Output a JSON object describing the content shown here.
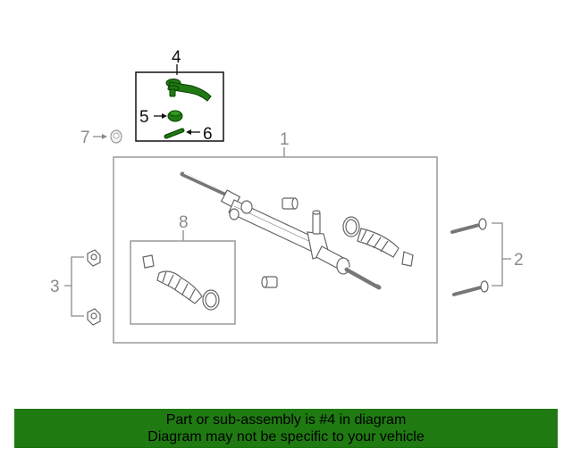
{
  "diagram": {
    "callouts": [
      {
        "id": "4",
        "label": "4"
      },
      {
        "id": "5",
        "label": "5"
      },
      {
        "id": "6",
        "label": "6"
      },
      {
        "id": "7",
        "label": "7"
      },
      {
        "id": "1",
        "label": "1"
      },
      {
        "id": "8",
        "label": "8"
      },
      {
        "id": "2",
        "label": "2"
      },
      {
        "id": "3",
        "label": "3"
      }
    ],
    "highlighted_part": "4",
    "colors": {
      "highlight": "#1f7a12",
      "line": "#555555",
      "light_line": "#9a9a9a"
    }
  },
  "footer": {
    "line1": "Part or sub-assembly is #4 in diagram",
    "line2": "Diagram may not be specific to your vehicle"
  }
}
